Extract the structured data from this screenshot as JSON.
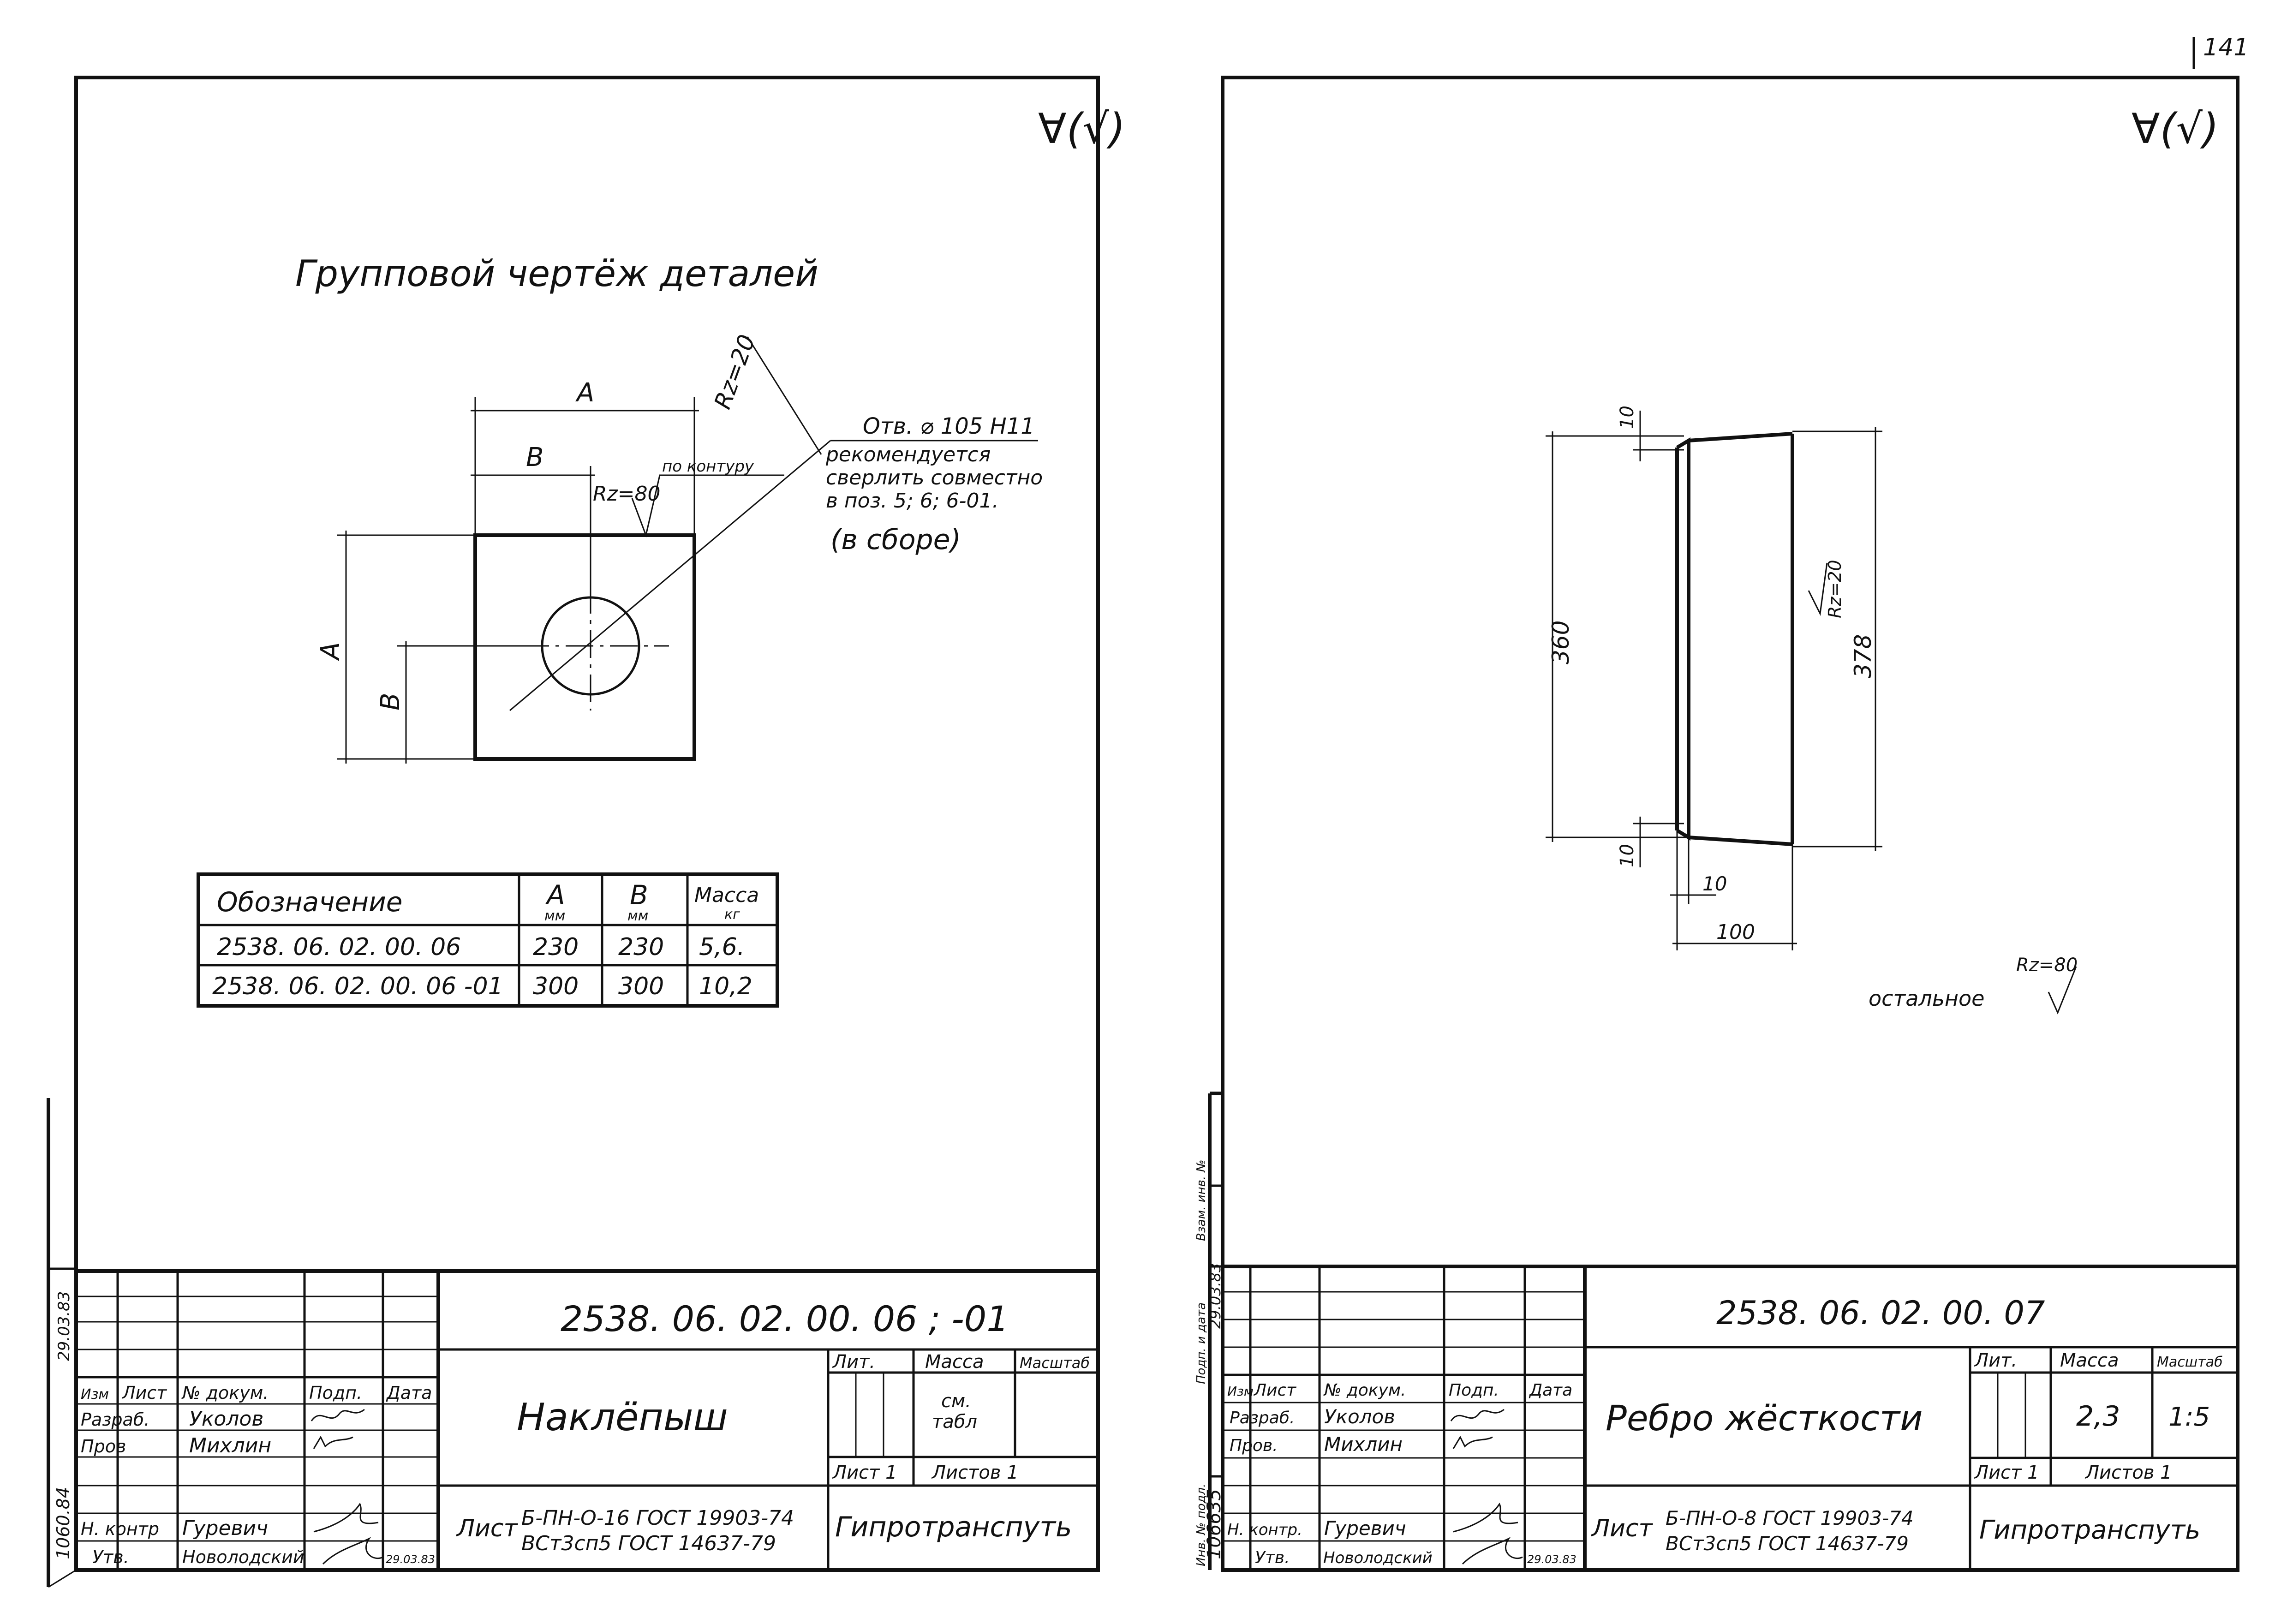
{
  "page_number": "141",
  "roughness_mark": "∀(√)",
  "left_sheet": {
    "title": "Групповой чертёж деталей",
    "dims": {
      "A_top": "A",
      "B_top": "B",
      "A_left": "A",
      "B_left": "B"
    },
    "rz20": "Rz=20",
    "rz80_contour": "Rz=80",
    "contour_label": "по контуру",
    "hole_note": [
      "Отв. ⌀ 105 Н11",
      "рекомендуется",
      "сверлить совместно",
      "в поз. 5; 6; 6-01.",
      "(в сборе)"
    ],
    "table": {
      "headers": [
        "Обозначение",
        "A",
        "B",
        "Масса"
      ],
      "units": [
        "",
        "мм",
        "мм",
        "кг"
      ],
      "rows": [
        [
          "2538. 06. 02. 00. 06",
          "230",
          "230",
          "5,6."
        ],
        [
          "2538. 06. 02. 00. 06 -01",
          "300",
          "300",
          "10,2"
        ]
      ]
    },
    "title_block": {
      "code": "2538. 06. 02. 00. 06 ; -01",
      "name": "Наклёпыш",
      "col_headers": [
        "Изм",
        "Лист",
        "№ докум.",
        "Подп.",
        "Дата"
      ],
      "roles": [
        "Разраб.",
        "Пров",
        "",
        "Н. контр",
        "Утв."
      ],
      "names": [
        "Уколов",
        "Михлин",
        "",
        "Гуревич",
        "Новолодский"
      ],
      "date": "29.03.83",
      "lit_label": "Лит.",
      "mass_label": "Масса",
      "scale_label": "Масштаб",
      "mass_value": [
        "см.",
        "табл"
      ],
      "scale_value": "",
      "sheet": "Лист 1",
      "sheets": "Листов 1",
      "material_prefix": "Лист",
      "material_line1": "Б-ПН-О-16 ГОСТ 19903-74",
      "material_line2": "ВСт3сп5 ГОСТ 14637-79",
      "org": "Гипротранспуть"
    },
    "side_stamp": {
      "inv": "1060.84",
      "sign_date": "29.03.83"
    }
  },
  "right_sheet": {
    "dims": {
      "top_small": "10",
      "bottom_small": "10",
      "height_left": "360",
      "height_right": "378",
      "width_small": "10",
      "width": "100"
    },
    "surface_mark": "Rz=20",
    "rest_rz": "Rz=80",
    "rest_label": "остальное",
    "title_block": {
      "code": "2538. 06. 02. 00. 07",
      "name": "Ребро жёсткости",
      "col_headers": [
        "Изм",
        "Лист",
        "№ докум.",
        "Подп.",
        "Дата"
      ],
      "roles": [
        "Разраб.",
        "Пров.",
        "",
        "Н. контр.",
        "Утв."
      ],
      "names": [
        "Уколов",
        "Михлин",
        "",
        "Гуревич",
        "Новолодский"
      ],
      "date": "29.03.83",
      "lit_label": "Лит.",
      "mass_label": "Масса",
      "scale_label": "Масштаб",
      "mass_value": "2,3",
      "scale_value": "1:5",
      "sheet": "Лист 1",
      "sheets": "Листов 1",
      "material_prefix": "Лист",
      "material_line1": "Б-ПН-О-8 ГОСТ 19903-74",
      "material_line2": "ВСт3сп5 ГОСТ 14637-79",
      "org": "Гипротранспуть"
    },
    "side_stamp": {
      "labels": [
        "Инв. № подл.",
        "Подп. и дата",
        "Взам. инв. №"
      ],
      "inv": "106635",
      "sign_date": "29.03.83"
    }
  }
}
